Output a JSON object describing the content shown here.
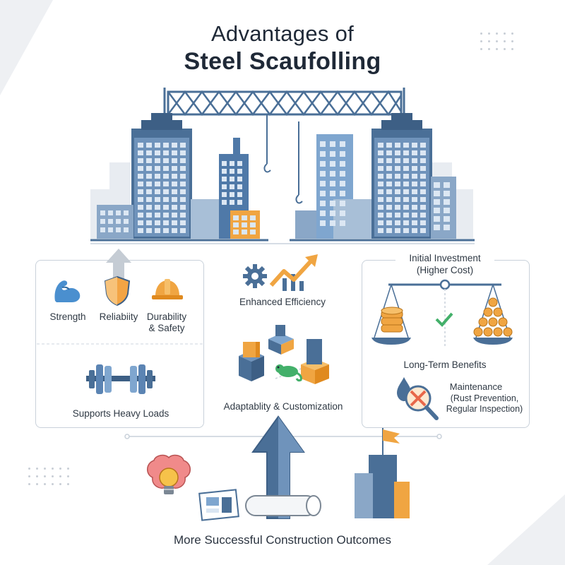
{
  "title": {
    "line1": "Advantages of",
    "line2": "Steel Scaufolling"
  },
  "left_panel": {
    "strength": "Strength",
    "reliability": "Reliabiity",
    "durability_1": "Durability",
    "durability_2": "& Safety",
    "heavy_loads": "Supports Heavy Loads"
  },
  "center": {
    "efficiency": "Enhanced Efficiency",
    "adaptability": "Adaptablity & Customization"
  },
  "right_panel": {
    "investment_1": "Initial Investment",
    "investment_2": "(Higher Cost)",
    "long_term": "Long-Term Benefits",
    "maintenance_1": "Maintenance",
    "maintenance_2": "(Rust Prevention,",
    "maintenance_3": "Regular Inspection)"
  },
  "bottom": {
    "outcomes": "More Successful Construction Outcomes"
  },
  "colors": {
    "steel_blue": "#4a6f97",
    "light_blue": "#7fa6cf",
    "orange": "#f0a542",
    "green": "#43b06a",
    "gray": "#c9d1da"
  }
}
